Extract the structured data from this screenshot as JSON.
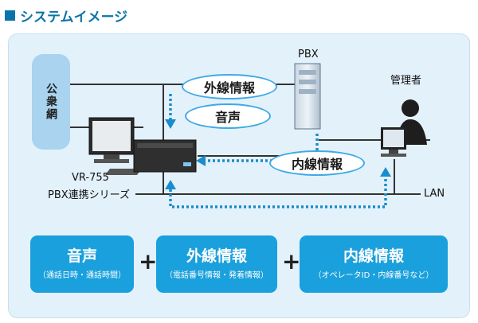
{
  "header": {
    "title": "システムイメージ"
  },
  "nodes": {
    "public_network": "公衆網",
    "pbx": "PBX",
    "admin": "管理者",
    "vr_model": "VR-755",
    "vr_series": "PBX連携シリーズ",
    "lan": "LAN"
  },
  "flows": {
    "external_info": "外線情報",
    "voice": "音声",
    "internal_info": "内線情報"
  },
  "summary": [
    {
      "main": "音声",
      "sub": "（通話日時・通話時間）"
    },
    {
      "main": "外線情報",
      "sub": "（電話番号情報・発着情報）"
    },
    {
      "main": "内線情報",
      "sub": "（オペレータID・内線番号など）"
    }
  ],
  "plus_sign": "+",
  "colors": {
    "accent": "#1aa0dc",
    "dotted": "#1a8ccc",
    "panel": "#e3f1fb"
  }
}
